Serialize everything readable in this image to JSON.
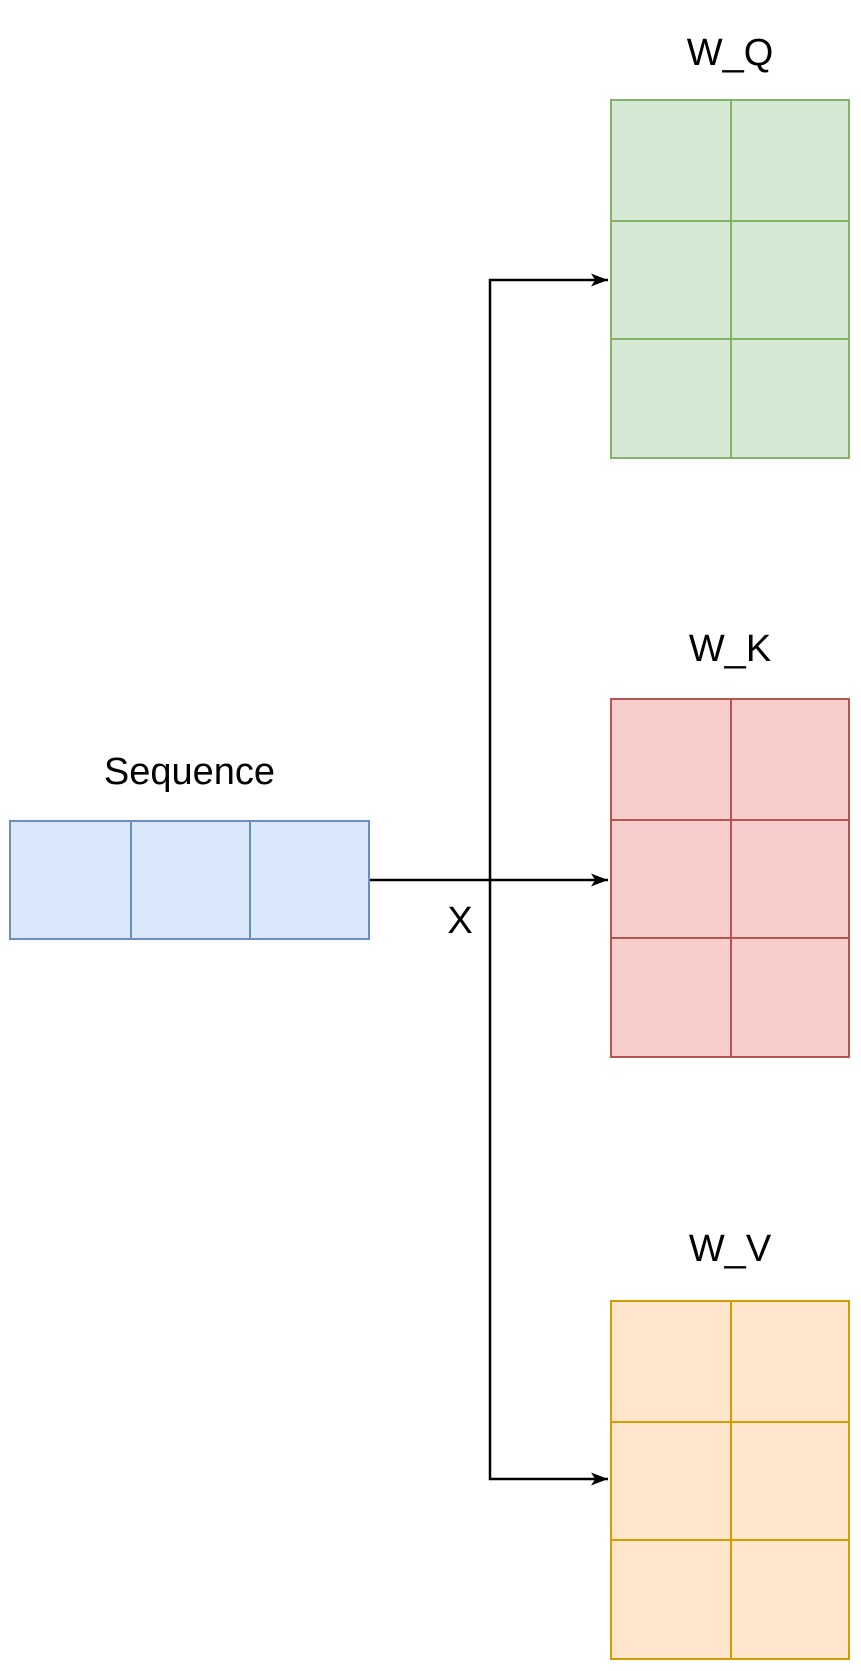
{
  "diagram": {
    "text_color": "#000000",
    "arrow_color": "#000000",
    "edge_label": "X",
    "sequence": {
      "label": "Sequence",
      "rows": 1,
      "cols": 3,
      "fill": "#dae8fc",
      "border": "#6c8ebf"
    },
    "matrices": [
      {
        "id": "W_Q",
        "label": "W_Q",
        "rows": 3,
        "cols": 2,
        "fill": "#d5e8d4",
        "border": "#82b366"
      },
      {
        "id": "W_K",
        "label": "W_K",
        "rows": 3,
        "cols": 2,
        "fill": "#f8cecc",
        "border": "#b85450"
      },
      {
        "id": "W_V",
        "label": "W_V",
        "rows": 3,
        "cols": 2,
        "fill": "#ffe6cc",
        "border": "#d79b00"
      }
    ]
  }
}
